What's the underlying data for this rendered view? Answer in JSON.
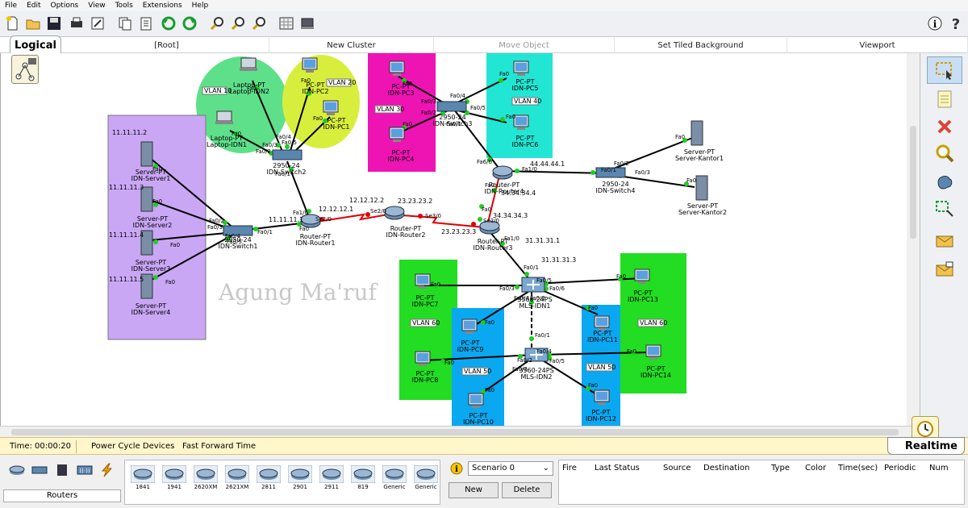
{
  "menu": [
    "File",
    "Edit",
    "Options",
    "View",
    "Tools",
    "Extensions",
    "Help"
  ],
  "nav": {
    "root": "[Root]",
    "new_cluster": "New Cluster",
    "move_object": "Move Object",
    "set_bg": "Set Tiled Background",
    "viewport": "Viewport"
  },
  "logical_tab": "Logical",
  "realtime_tab": "Realtime",
  "status": {
    "time": "Time: 00:00:20",
    "power": "Power Cycle Devices",
    "ff": "Fast Forward Time"
  },
  "watermark": "Agung Ma'ruf",
  "device_category_label": "Routers",
  "devices": [
    "1841",
    "1941",
    "2620XM",
    "2621XM",
    "2811",
    "2901",
    "2911",
    "819",
    "Generic",
    "Generic"
  ],
  "scenario": {
    "selected": "Scenario 0",
    "new": "New",
    "delete": "Delete"
  },
  "pdu_headers": [
    "Fire",
    "Last Status",
    "Source",
    "Destination",
    "Type",
    "Color",
    "Time(sec)",
    "Periodic",
    "Num"
  ],
  "colors": {
    "vlan10": "#5ee08a",
    "vlan20": "#d7ef3c",
    "vlan30": "#ee14b4",
    "vlan40": "#21e6d4",
    "vlan50": "#0aa8f0",
    "vlan60": "#22dd22",
    "servers": "#c9a7f5",
    "serial": "#e00000"
  },
  "topology": {
    "areas": [
      {
        "label": "VLAN 10"
      },
      {
        "label": "VLAN 20"
      },
      {
        "label": "VLAN 30"
      },
      {
        "label": "VLAN 40"
      },
      {
        "label": "VLAN 60"
      },
      {
        "label": "VLAN 50"
      },
      {
        "label": "VLAN 50"
      },
      {
        "label": "VLAN 60"
      }
    ],
    "devices": [
      {
        "type": "PC-PT",
        "name": "IDN-PC1"
      },
      {
        "type": "PC-PT",
        "name": "IDN-PC2"
      },
      {
        "type": "Laptop-PT",
        "name": "Laptop-IDN2"
      },
      {
        "type": "Laptop-PT",
        "name": "Laptop-IDN1"
      },
      {
        "type": "2950-24",
        "name": "IDN-Switch2"
      },
      {
        "type": "PC-PT",
        "name": "IDN-PC3"
      },
      {
        "type": "PC-PT",
        "name": "IDN-PC4"
      },
      {
        "type": "2950-24",
        "name": "IDN-Switch3"
      },
      {
        "type": "PC-PT",
        "name": "IDN-PC5"
      },
      {
        "type": "PC-PT",
        "name": "IDN-PC6"
      },
      {
        "type": "Server-PT",
        "name": "IDN-Server1"
      },
      {
        "type": "Server-PT",
        "name": "IDN-Server2"
      },
      {
        "type": "Server-PT",
        "name": "IDN-Server3"
      },
      {
        "type": "Server-PT",
        "name": "IDN-Server4"
      },
      {
        "type": "2950-24",
        "name": "IDN-Switch1"
      },
      {
        "type": "Router-PT",
        "name": "IDN-Router1"
      },
      {
        "type": "Router-PT",
        "name": "IDN-Router2"
      },
      {
        "type": "Router-PT",
        "name": "IDN-Router3"
      },
      {
        "type": "Router-PT",
        "name": "IDN-Router4"
      },
      {
        "type": "2950-24",
        "name": "IDN-Switch4"
      },
      {
        "type": "Server-PT",
        "name": "Server-Kantor1"
      },
      {
        "type": "Server-PT",
        "name": "Server-Kantor2"
      },
      {
        "type": "3560-24PS",
        "name": "MLS-IDN1"
      },
      {
        "type": "3560-24PS",
        "name": "MLS-IDN2"
      },
      {
        "type": "PC-PT",
        "name": "IDN-PC7"
      },
      {
        "type": "PC-PT",
        "name": "IDN-PC8"
      },
      {
        "type": "PC-PT",
        "name": "IDN-PC9"
      },
      {
        "type": "PC-PT",
        "name": "IDN-PC10"
      },
      {
        "type": "PC-PT",
        "name": "IDN-PC11"
      },
      {
        "type": "PC-PT",
        "name": "IDN-PC12"
      },
      {
        "type": "PC-PT",
        "name": "IDN-PC13"
      },
      {
        "type": "PC-PT",
        "name": "IDN-PC14"
      }
    ],
    "ips": [
      "11.11.11.2",
      "11.11.11.3",
      "11.11.11.4",
      "11.11.11.5",
      "11.11.11.1",
      "12.12.12.1",
      "12.12.12.2",
      "23.23.23.2",
      "23.23.23.3",
      "34.34.34.3",
      "34.34.34.4",
      "44.44.44.1",
      "31.31.31.1",
      "31.31.31.3"
    ],
    "ports": [
      "Fa0",
      "Fa0/1",
      "Fa0/2",
      "Fa0/3",
      "Fa0/4",
      "Fa0/5",
      "Fa0/6",
      "Fa1/0",
      "Fa6/0",
      "Se2/0",
      "Se3/0"
    ]
  }
}
